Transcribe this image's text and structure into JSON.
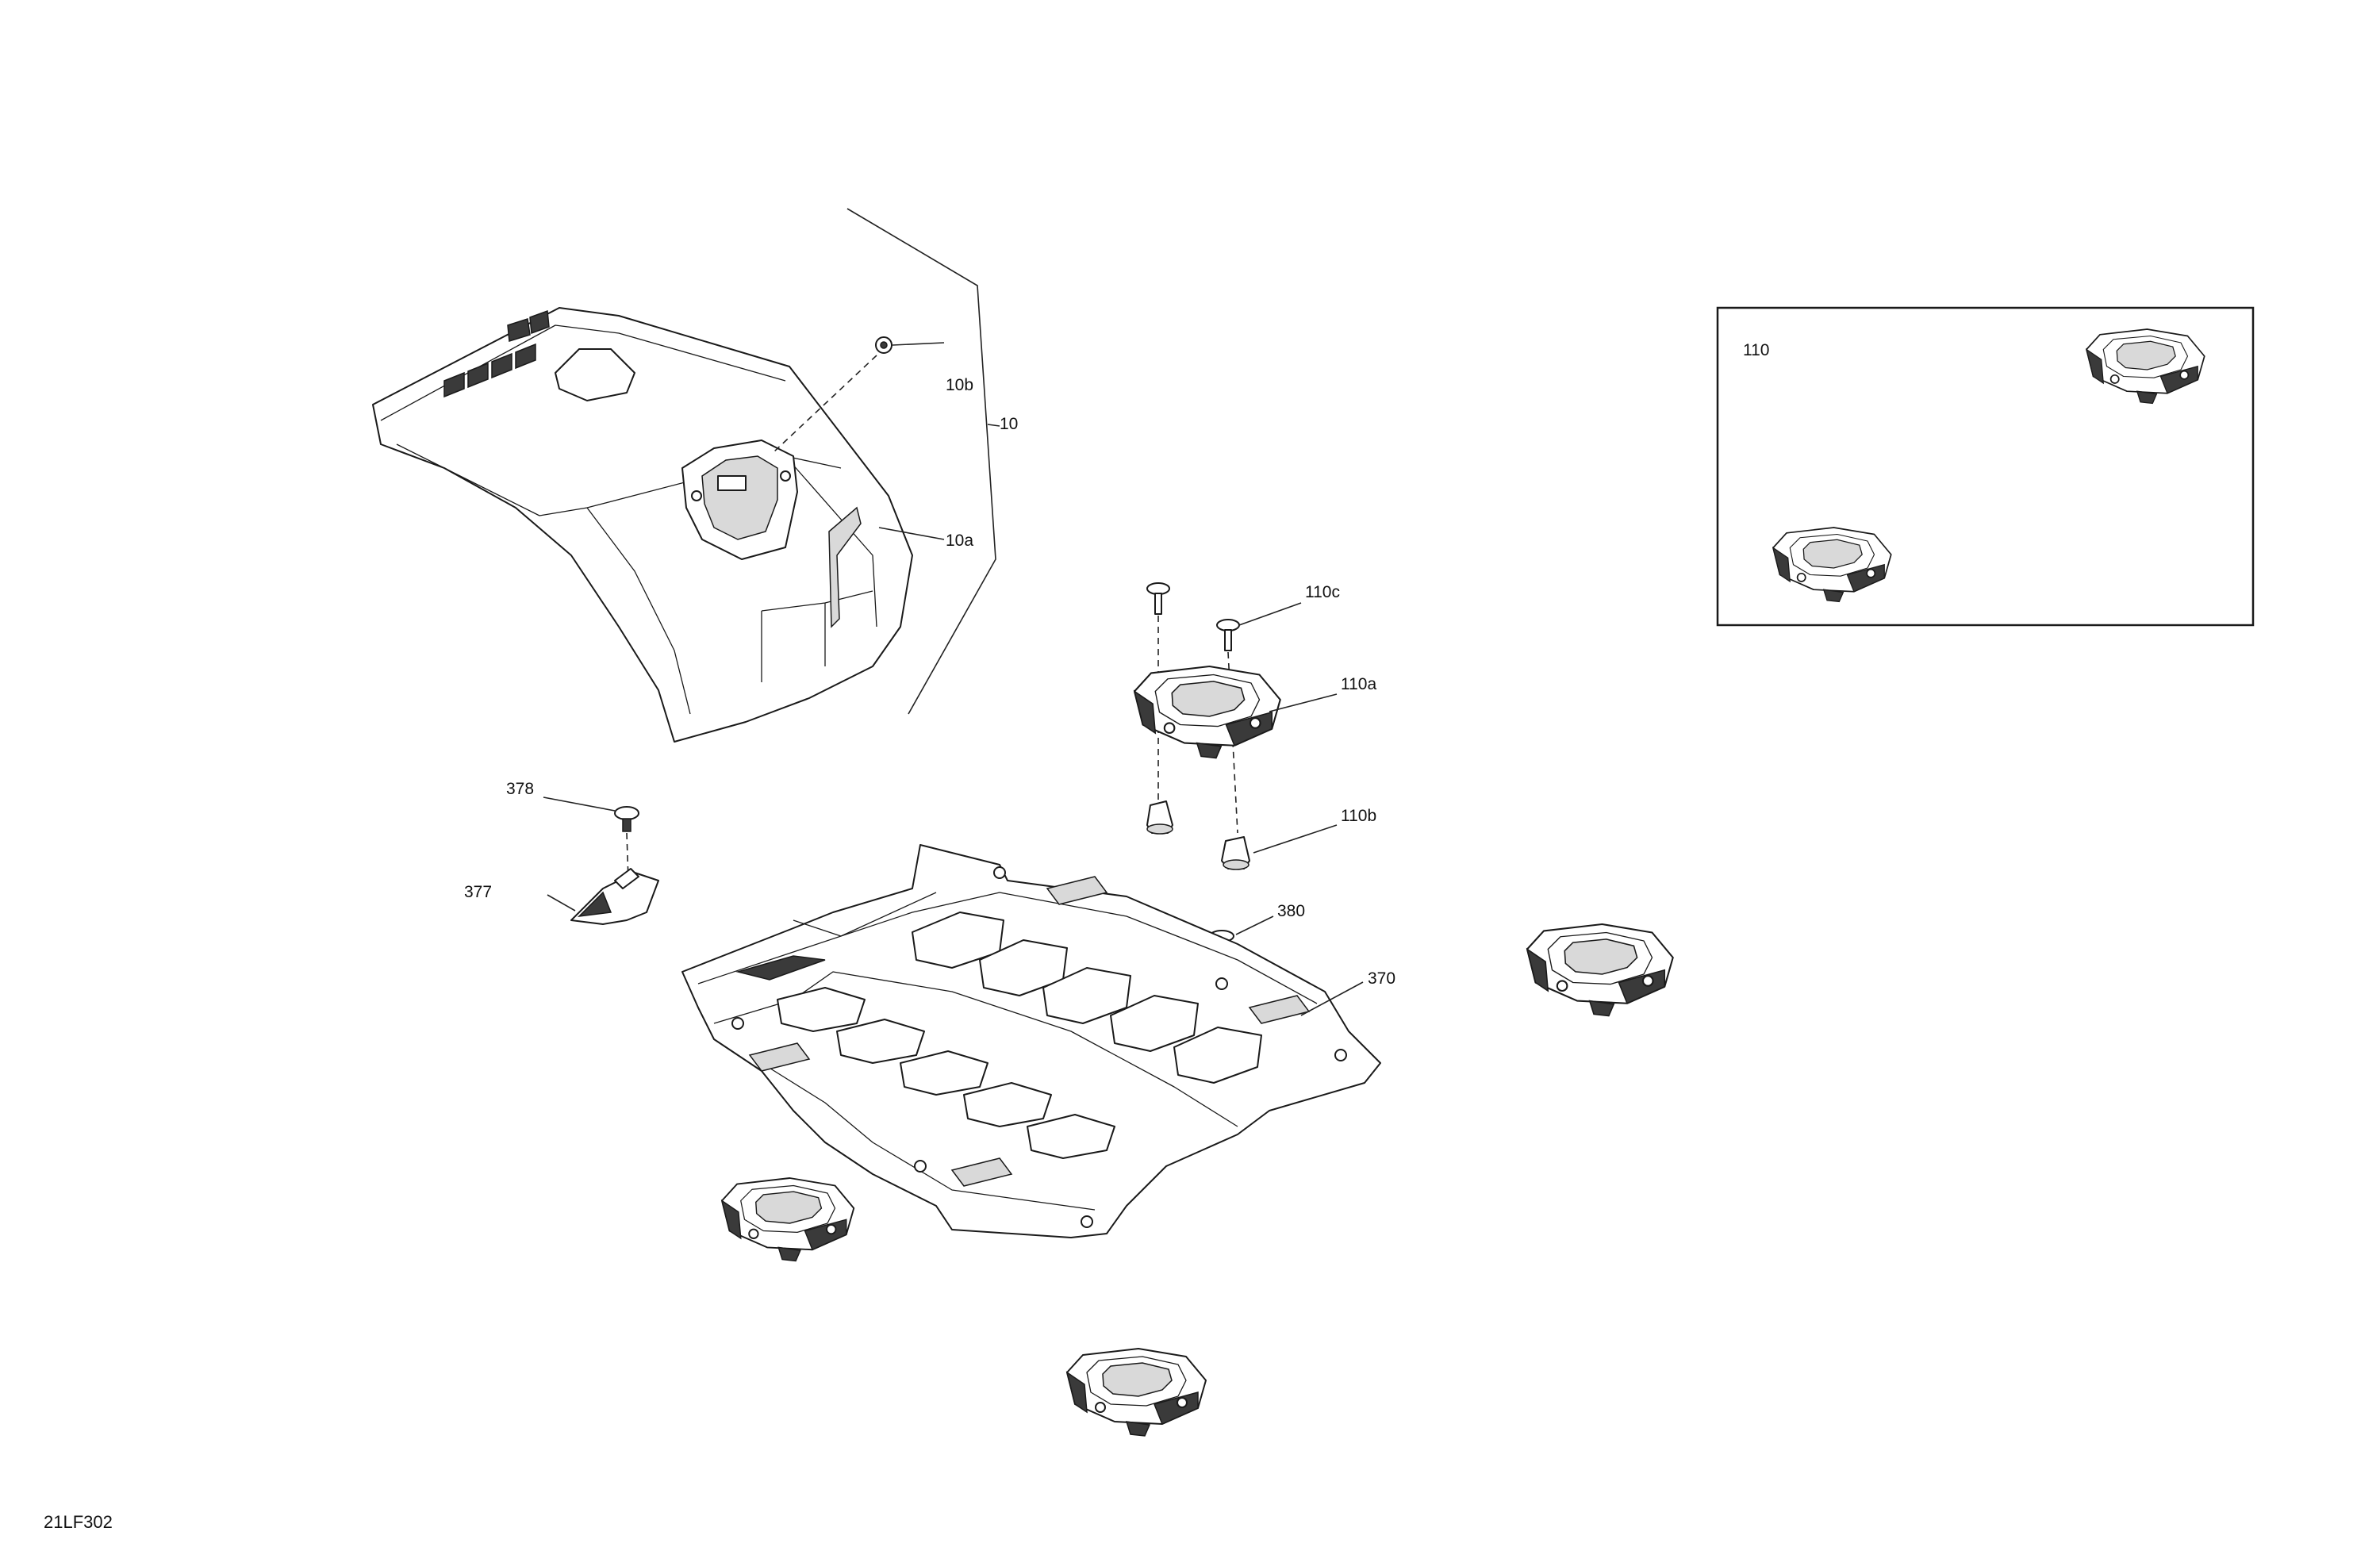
{
  "diagram": {
    "drawing_code": "21LF302",
    "callouts": [
      {
        "id": "10",
        "label": "10"
      },
      {
        "id": "10a",
        "label": "10a"
      },
      {
        "id": "10b",
        "label": "10b"
      },
      {
        "id": "110a",
        "label": "110a"
      },
      {
        "id": "110b",
        "label": "110b"
      },
      {
        "id": "110c",
        "label": "110c"
      },
      {
        "id": "370",
        "label": "370"
      },
      {
        "id": "377",
        "label": "377"
      },
      {
        "id": "378",
        "label": "378"
      },
      {
        "id": "380",
        "label": "380"
      }
    ],
    "inset": {
      "label": "110"
    }
  }
}
